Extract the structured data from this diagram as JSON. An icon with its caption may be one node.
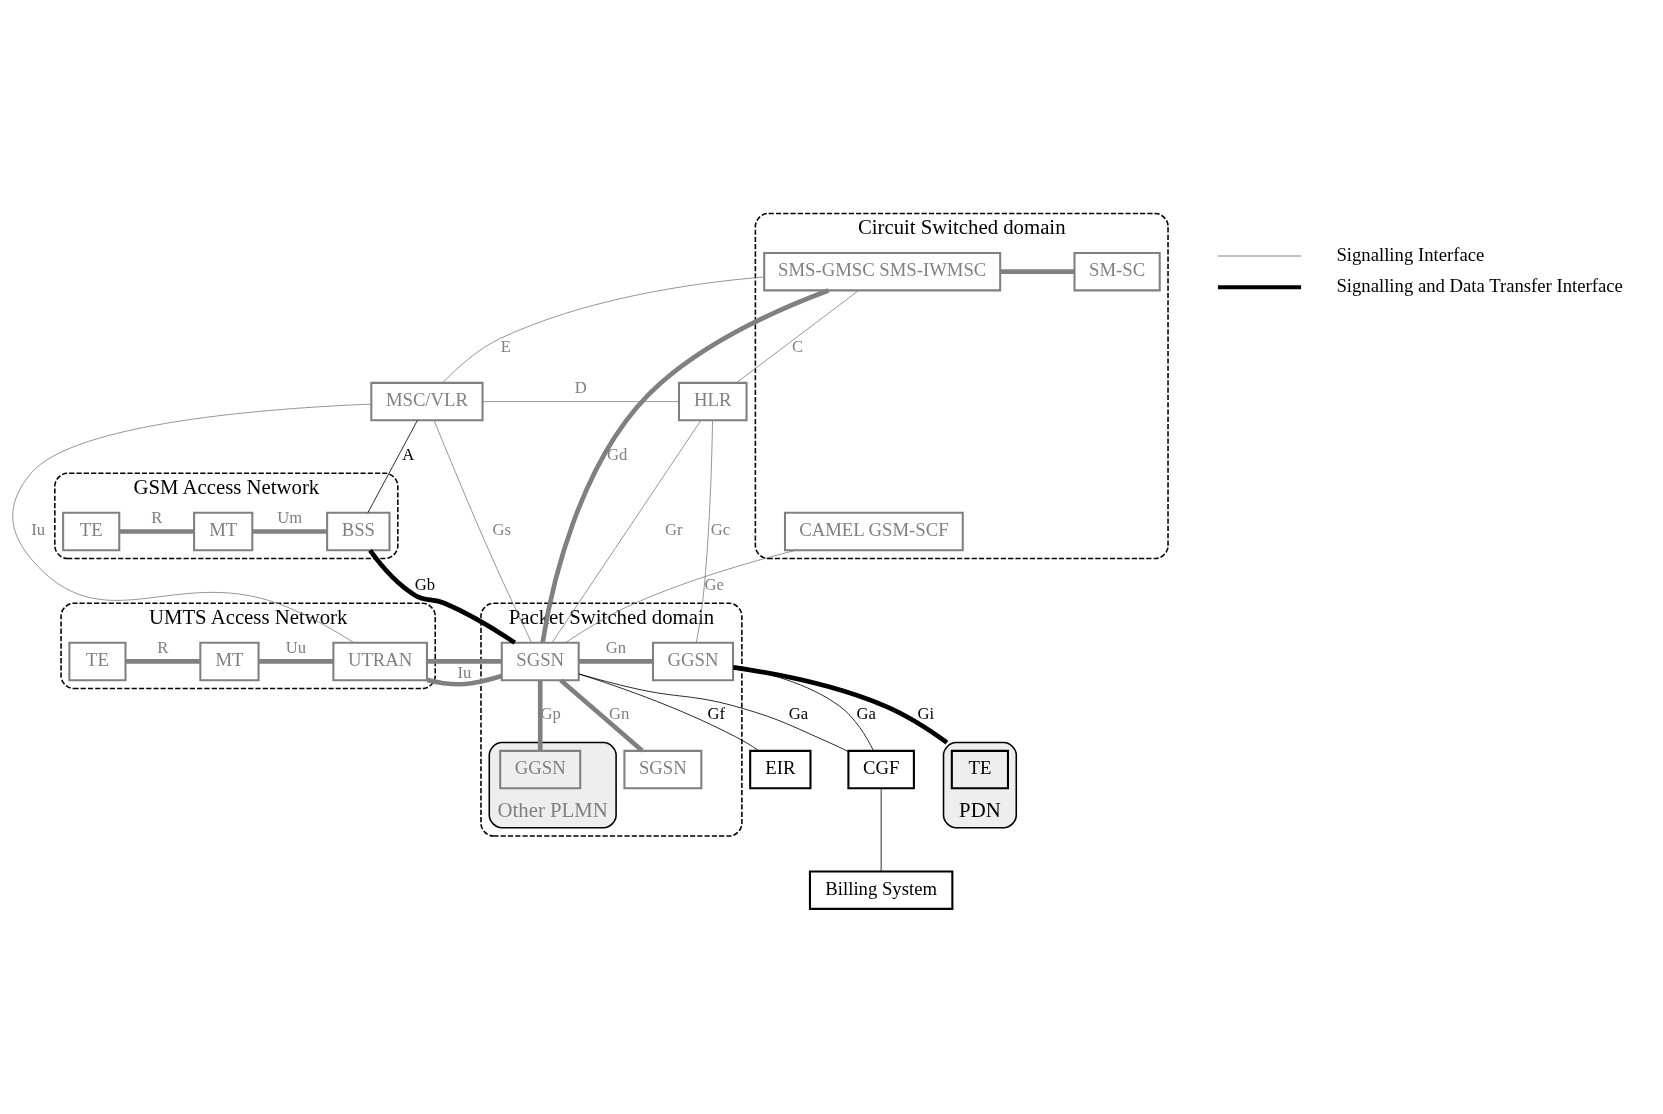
{
  "diagram": {
    "nodes": [
      {
        "text": [
          "Circuit Switched domain"
        ]
      },
      {
        "text": [
          "SMS-GMSC SMS-IWMSC"
        ],
        "in": 0
      },
      {
        "text": [
          "SM-SC"
        ],
        "in": 0
      },
      {
        "text": [
          "CAMEL GSM-SCF"
        ],
        "in": 0
      },
      {
        "text": [
          "MSC/VLR"
        ]
      },
      {
        "text": [
          "HLR"
        ]
      },
      {
        "text": [
          "UMTS Access Network"
        ]
      },
      {
        "text": [
          "TE"
        ],
        "in": 6
      },
      {
        "text": [
          "MT"
        ],
        "in": 6
      },
      {
        "text": [
          "UTRAN"
        ],
        "in": 6
      },
      {
        "text": [
          "GSM Access Network"
        ]
      },
      {
        "text": [
          "TE"
        ],
        "in": 10
      },
      {
        "text": [
          "MT"
        ],
        "in": 10
      },
      {
        "text": [
          "BSS"
        ],
        "in": 10
      },
      {
        "text": [
          "Packet Switched domain"
        ]
      },
      {
        "text": [
          "SGSN"
        ],
        "in": 14
      },
      {
        "text": [
          "GGSN"
        ],
        "in": 14
      },
      {
        "text": [
          "PDN"
        ]
      },
      {
        "text": [
          "TE"
        ],
        "in": 17
      },
      {
        "text": [
          "Other PLMN"
        ],
        "in": 14
      },
      {
        "text": [
          "GGSN"
        ],
        "in": 19
      },
      {
        "text": [
          "SGSN"
        ],
        "in": 14
      },
      {
        "text": [
          "CGF"
        ]
      },
      {
        "text": [
          "Billing System"
        ]
      },
      {
        "text": [
          "EIR"
        ]
      }
    ],
    "edges": [
      {
        "from": 1,
        "to": 2,
        "arrow": "none",
        "style": "thick"
      },
      {
        "from": 1,
        "to": 4,
        "arrow": "none",
        "label": "E"
      },
      {
        "from": 1,
        "to": 5,
        "arrow": "none",
        "label": "C"
      },
      {
        "from": 1,
        "to": 15,
        "arrow": "none",
        "label": "Gd",
        "style": "thick"
      },
      {
        "from": 3,
        "to": 15,
        "arrow": "none",
        "label": "Ge"
      },
      {
        "from": 4,
        "to": 5,
        "arrow": "none",
        "label": "D"
      },
      {
        "from": 4,
        "to": 15,
        "arrow": "none",
        "label": "Gs"
      },
      {
        "from": 5,
        "to": 15,
        "arrow": "none",
        "label": "Gr"
      },
      {
        "from": 5,
        "to": 16,
        "arrow": "none",
        "label": "Gc"
      },
      {
        "from": 4,
        "to": 13,
        "arrow": "none",
        "label": "A",
        "color": "#000000"
      },
      {
        "from": 4,
        "to": 9,
        "arrow": "none",
        "label": "Iu"
      },
      {
        "from": 7,
        "to": 8,
        "arrow": "none",
        "label": "R",
        "style": "thick"
      },
      {
        "from": 8,
        "to": 9,
        "arrow": "none",
        "label": "Uu",
        "style": "thick"
      },
      {
        "from": 9,
        "to": 15,
        "arrow": "none",
        "label": "Iu",
        "style": "thick"
      },
      {
        "from": 11,
        "to": 12,
        "arrow": "none",
        "label": "R",
        "style": "thick"
      },
      {
        "from": 12,
        "to": 13,
        "arrow": "none",
        "label": "Um",
        "style": "thick"
      },
      {
        "from": 13,
        "to": 15,
        "arrow": "none",
        "label": "Gb",
        "style": "thick",
        "color": "#000000"
      },
      {
        "from": 15,
        "to": 16,
        "arrow": "none",
        "label": "Gn",
        "style": "thick"
      },
      {
        "from": 16,
        "to": 17,
        "arrow": "none",
        "label": "Gi",
        "style": "thick",
        "color": "#000000"
      },
      {
        "from": 15,
        "to": 20,
        "arrow": "none",
        "label": "Gp",
        "style": "thick"
      },
      {
        "from": 15,
        "to": 21,
        "arrow": "none",
        "label": "Gn",
        "style": "thick"
      },
      {
        "from": 16,
        "to": 22,
        "arrow": "none",
        "label": "Ga",
        "color": "#000000"
      },
      {
        "from": 15,
        "to": 22,
        "arrow": "none",
        "label": "Ga",
        "color": "#000000"
      },
      {
        "from": 15,
        "to": 24,
        "arrow": "none",
        "label": "Gf",
        "color": "#000000"
      },
      {
        "from": 22,
        "to": 23,
        "arrow": "none",
        "color": "#000000"
      }
    ],
    "legend": [
      {
        "text": "Signalling Interface"
      },
      {
        "text": "Signalling and Data Transfer Interface"
      }
    ]
  }
}
